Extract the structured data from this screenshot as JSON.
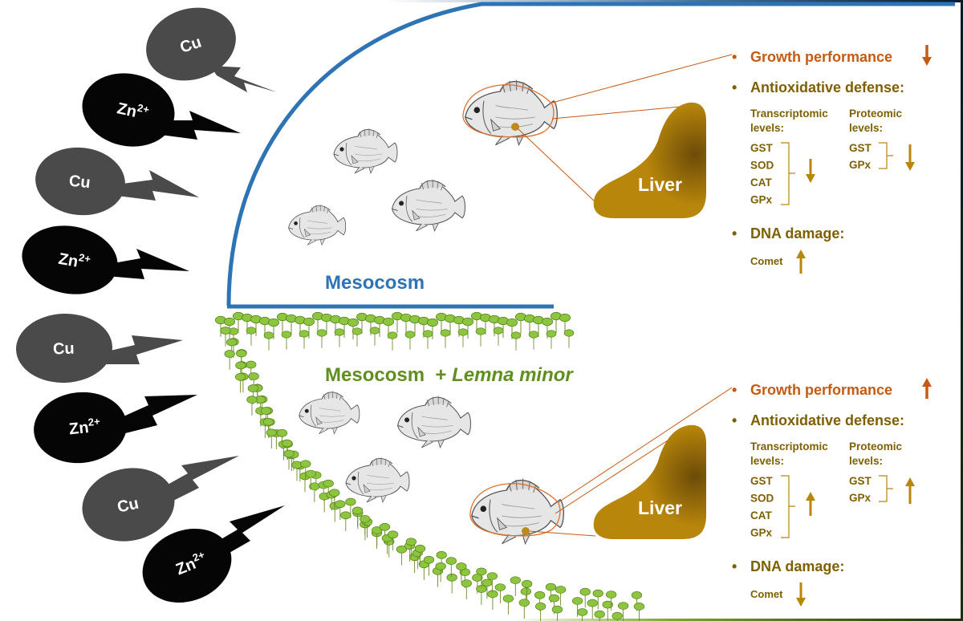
{
  "colors": {
    "cu_bubble": "#4a4a4a",
    "zn_bubble": "#050505",
    "mesocosm_blue": "#2e74b5",
    "lemna_green": "#5f8f1e",
    "leaf_green": "#8cc63f",
    "growth_orange": "#c55a11",
    "liver_gold": "#b8860b",
    "text_brown": "#7f6000"
  },
  "pollutants": [
    {
      "base": "Cu",
      "sup": ""
    },
    {
      "base": "Zn",
      "sup": "2+"
    },
    {
      "base": "Cu",
      "sup": ""
    },
    {
      "base": "Zn",
      "sup": "2+"
    },
    {
      "base": "Cu",
      "sup": ""
    },
    {
      "base": "Zn",
      "sup": "2+"
    },
    {
      "base": "Cu",
      "sup": ""
    },
    {
      "base": "Zn",
      "sup": "2+"
    }
  ],
  "labels": {
    "mesocosm": "Mesocosm",
    "mesocosm_lemna_prefix": "Mesocosm  + ",
    "mesocosm_lemna_species": "Lemna minor"
  },
  "panels": [
    {
      "growth": "Growth performance",
      "growth_trend": "down",
      "antiox": "Antioxidative defense:",
      "transcriptomic_label": [
        "Transcriptomic",
        "levels:"
      ],
      "proteomic_label": [
        "Proteomic",
        "levels:"
      ],
      "transcriptomic_genes": [
        "GST",
        "SOD",
        "CAT",
        "GPx"
      ],
      "transcriptomic_trend": "down",
      "proteomic_genes": [
        "GST",
        "GPx"
      ],
      "proteomic_trend": "down",
      "dna": "DNA damage:",
      "comet": "Comet",
      "comet_trend": "up",
      "liver": "Liver"
    },
    {
      "growth": "Growth performance",
      "growth_trend": "up",
      "antiox": "Antioxidative defense:",
      "transcriptomic_label": [
        "Transcriptomic",
        "levels:"
      ],
      "proteomic_label": [
        "Proteomic",
        "levels:"
      ],
      "transcriptomic_genes": [
        "GST",
        "SOD",
        "CAT",
        "GPx"
      ],
      "transcriptomic_trend": "up",
      "proteomic_genes": [
        "GST",
        "GPx"
      ],
      "proteomic_trend": "up",
      "dna": "DNA damage:",
      "comet": "Comet",
      "comet_trend": "down",
      "liver": "Liver"
    }
  ]
}
